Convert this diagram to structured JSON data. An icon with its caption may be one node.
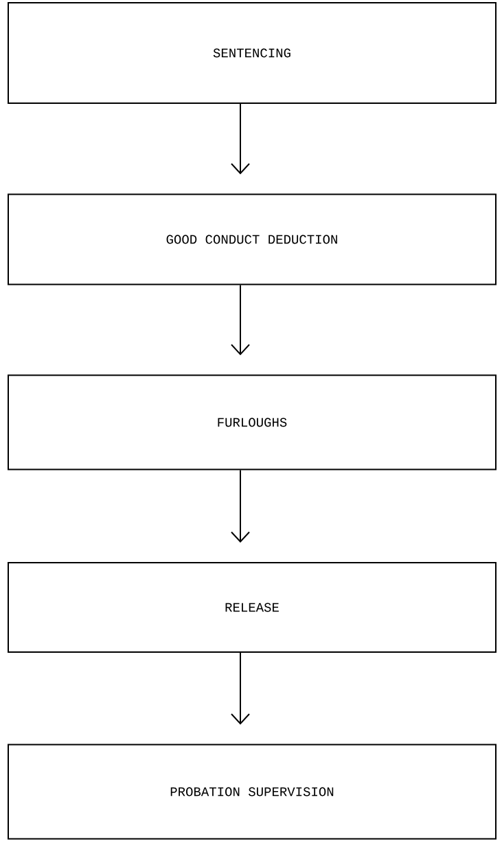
{
  "diagram": {
    "nodes": [
      {
        "text": [
          "SENTENCING"
        ]
      },
      {
        "text": [
          "GOOD CONDUCT DEDUCTION"
        ]
      },
      {
        "text": [
          "FURLOUGHS"
        ]
      },
      {
        "text": [
          "RELEASE"
        ]
      },
      {
        "text": [
          "PROBATION SUPERVISION"
        ]
      }
    ],
    "edges": [
      {
        "from": 0,
        "to": 1,
        "arrow": "to"
      },
      {
        "from": 1,
        "to": 2,
        "arrow": "to"
      },
      {
        "from": 2,
        "to": 3,
        "arrow": "to"
      },
      {
        "from": 3,
        "to": 4,
        "arrow": "to"
      }
    ]
  }
}
